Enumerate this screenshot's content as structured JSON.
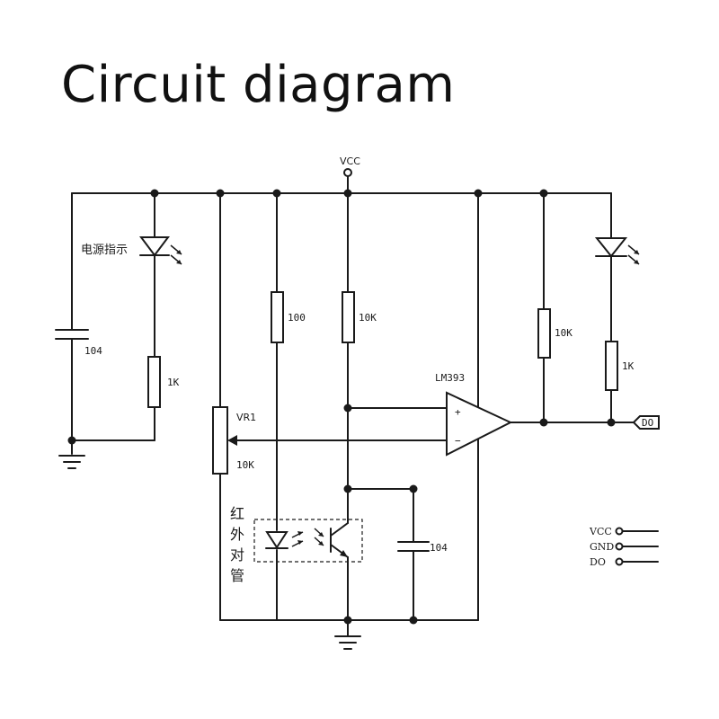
{
  "title": "Circuit diagram",
  "labels": {
    "vcc_top": "VCC",
    "power_indicator": "电源指示",
    "cap_left": "104",
    "res_1k_left": "1K",
    "vr": "VR1",
    "vr_value": "10K",
    "res_100": "100",
    "res_10k_mid": "10K",
    "opamp": "LM393",
    "plus": "+",
    "minus": "−",
    "res_10k_right": "10K",
    "res_1k_right": "1K",
    "do_out": "DO",
    "ir_pair": [
      "红",
      "外",
      "对",
      "管"
    ],
    "cap_bottom": "104",
    "pins": [
      "VCC",
      "GND",
      "DO"
    ]
  },
  "colors": {
    "ink": "#1a1a1a",
    "background": "#ffffff"
  }
}
